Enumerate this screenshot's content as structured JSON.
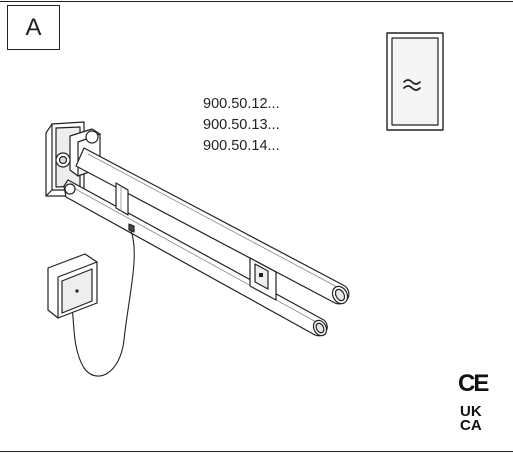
{
  "section": {
    "letter": "A"
  },
  "models": [
    "900.50.12...",
    "900.50.13...",
    "900.50.14..."
  ],
  "symbols": {
    "wave_icon": "approximately-equal-wave-icon",
    "ce_mark": "CE",
    "ukca_mark": "UKCA"
  },
  "colors": {
    "line": "#222222",
    "fill": "#ffffff",
    "shade": "#e6e6e6"
  }
}
